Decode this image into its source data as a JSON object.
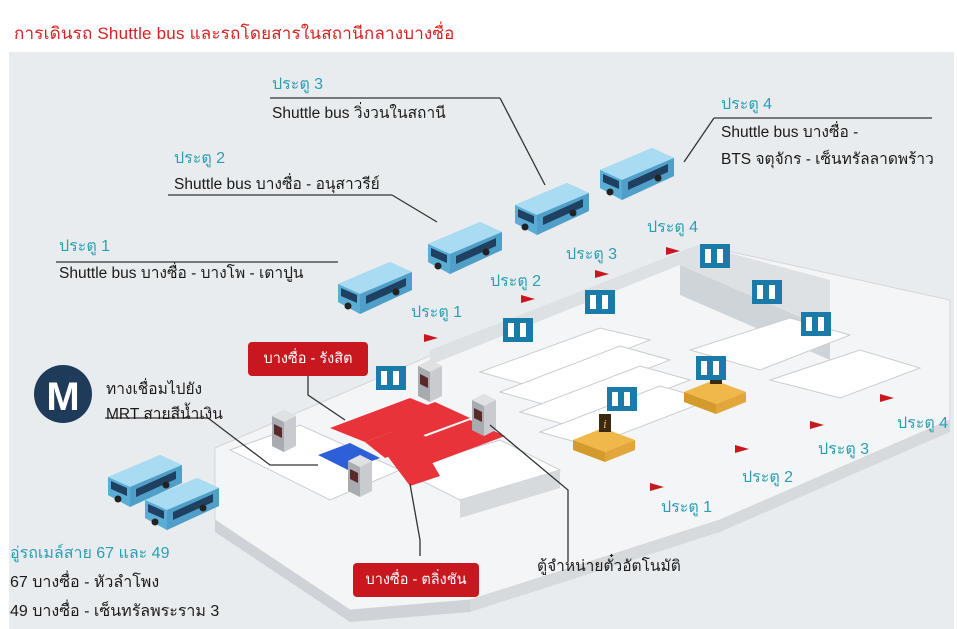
{
  "page": {
    "title": "การเดินรถ Shuttle bus และรถโดยสารในสถานีกลางบางซื่อ"
  },
  "gates_top": [
    {
      "gate": "ประตู 1",
      "desc": "Shuttle bus บางซื่อ - บางโพ - เตาปูน"
    },
    {
      "gate": "ประตู 2",
      "desc": "Shuttle bus บางซื่อ - อนุสาวรีย์"
    },
    {
      "gate": "ประตู 3",
      "desc": "Shuttle bus วิ่งวนในสถานี"
    },
    {
      "gate": "ประตู 4",
      "desc_line1": "Shuttle bus บางซื่อ -",
      "desc_line2": "BTS จตุจักร - เซ็นทรัลลาดพร้าว"
    }
  ],
  "gate_markers_top": [
    "ประตู 1",
    "ประตู 2",
    "ประตู 3",
    "ประตู 4"
  ],
  "gate_markers_bottom": [
    "ประตู 1",
    "ประตู 2",
    "ประตู 3",
    "ประตู 4"
  ],
  "mrt": {
    "logo_letter": "M",
    "line1": "ทางเชื่อมไปยัง",
    "line2": "MRT สายสีน้ำเงิน"
  },
  "red_labels": {
    "rangsit": "บางซื่อ - รังสิต",
    "taling_chan": "บางซื่อ - ตลิ่งชัน"
  },
  "ticket_machine": "ตู้จำหน่ายตั๋วอัตโนมัติ",
  "bus_stop": {
    "line1": "อู่รถเมล์สาย 67 และ 49",
    "line2": "67 บางซื่อ - หัวลำโพง",
    "line3": "49 บางซื่อ - เซ็นทรัลพระราม 3"
  },
  "colors": {
    "title_red": "#d92020",
    "teal": "#2a9fb4",
    "red_label_bg": "#c8171f",
    "bus_blue": "#7ec8e8",
    "platform_red": "#e8333b",
    "mrt_navy": "#1f3b5a"
  }
}
